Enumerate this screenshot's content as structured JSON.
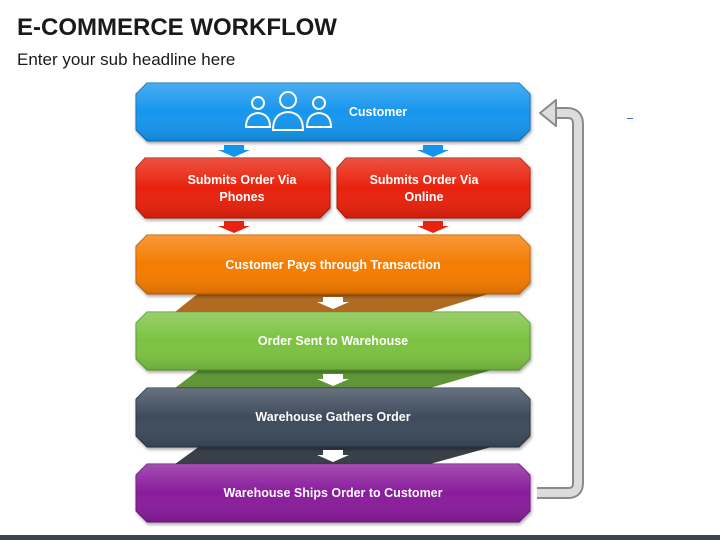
{
  "header": {
    "title": "E-COMMERCE WORKFLOW",
    "subtitle": "Enter your sub headline here"
  },
  "colors": {
    "customer": "#1296ee",
    "order": "#e8220d",
    "pay": "#f57c00",
    "warehouse_sent": "#7cc242",
    "warehouse_gather": "#3e4b5b",
    "warehouse_ship": "#8a1f9c",
    "return_arrow": "#c8c8c8"
  },
  "diagram": {
    "customer": {
      "label": "Customer",
      "icon": "people-group-icon"
    },
    "order_phone": {
      "line1": "Submits Order Via",
      "line2": "Phones"
    },
    "order_online": {
      "line1": "Submits Order Via",
      "line2": "Online"
    },
    "pay": {
      "label": "Customer Pays through Transaction"
    },
    "sent": {
      "label": "Order Sent to Warehouse"
    },
    "gather": {
      "label": "Warehouse Gathers Order"
    },
    "ship": {
      "label": "Warehouse Ships Order to Customer"
    }
  }
}
